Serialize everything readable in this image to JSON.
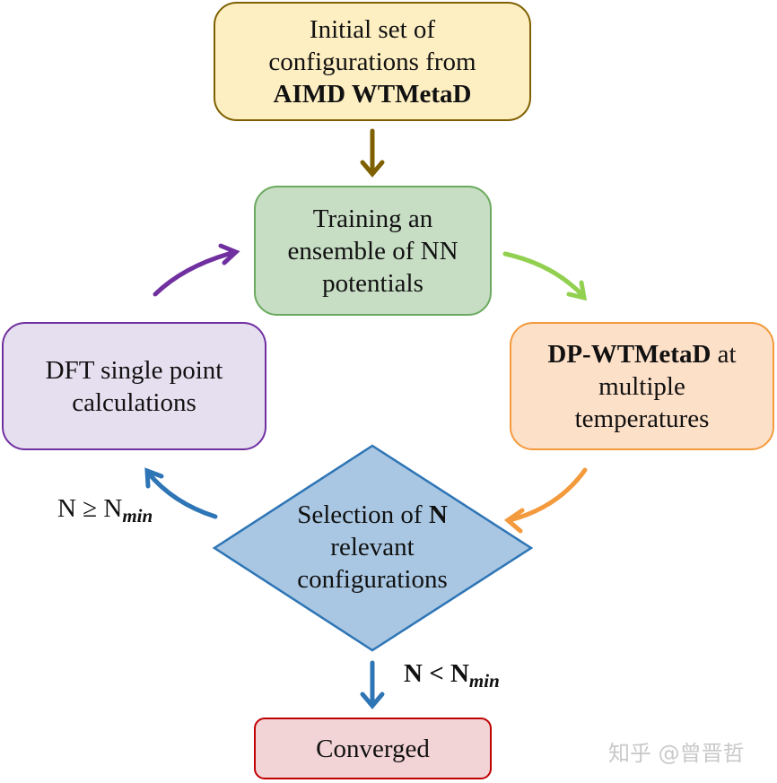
{
  "colors": {
    "init_fill": "#fdefc2",
    "init_border": "#7f6000",
    "init_arrow": "#7f6000",
    "train_fill": "#c7ddc4",
    "train_border": "#6aaa5e",
    "train_arrow": "#92d050",
    "dp_fill": "#fde0c8",
    "dp_border": "#f39a3c",
    "dp_arrow": "#f39a3c",
    "dft_fill": "#e6dff0",
    "dft_border": "#7030a0",
    "dft_arrow": "#7030a0",
    "select_fill": "#a9c7e3",
    "select_border": "#2e75b6",
    "select_arrow": "#2e75b6",
    "conv_fill": "#f2d3d6",
    "conv_border": "#c00000"
  },
  "nodes": {
    "initial": {
      "line1": "Initial set of",
      "line2": "configurations from",
      "line3": "AIMD WTMetaD"
    },
    "training": {
      "line1": "Training an",
      "line2": "ensemble of NN",
      "line3": "potentials"
    },
    "dp": {
      "line1_bold": "DP-WTMetaD",
      "line1_rest": " at",
      "line2": "multiple",
      "line3": "temperatures"
    },
    "dft": {
      "line1": "DFT single point",
      "line2": "calculations"
    },
    "selection": {
      "line1_pre": "Selection of ",
      "line1_bold": "N",
      "line2": "relevant",
      "line3": "configurations"
    },
    "converged": {
      "label": "Converged"
    }
  },
  "edge_labels": {
    "ge": {
      "main": "N ≥ N",
      "sub": "min"
    },
    "lt": {
      "main": "N < N",
      "sub": "min"
    }
  },
  "watermark": "知乎 @曾晋哲"
}
